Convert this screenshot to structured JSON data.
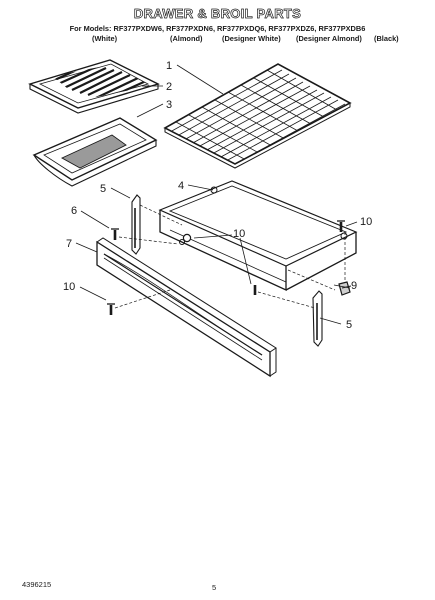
{
  "header": {
    "title": "DRAWER & BROIL PARTS",
    "models_line": "For Models: RF377PXDW6, RF377PXDN6, RF377PXDQ6, RF377PXDZ6, RF377PXDB6",
    "variants": [
      "(White)",
      "(Almond)",
      "(Designer White)",
      "(Designer Almond)",
      "(Black)"
    ]
  },
  "callouts": {
    "c1": "1",
    "c2": "2",
    "c3": "3",
    "c4": "4",
    "c5a": "5",
    "c5b": "5",
    "c6": "6",
    "c7": "7",
    "c9": "9",
    "c10a": "10",
    "c10b": "10",
    "c10c": "10"
  },
  "footer": {
    "doc_number": "4396215",
    "page_number": "5"
  }
}
